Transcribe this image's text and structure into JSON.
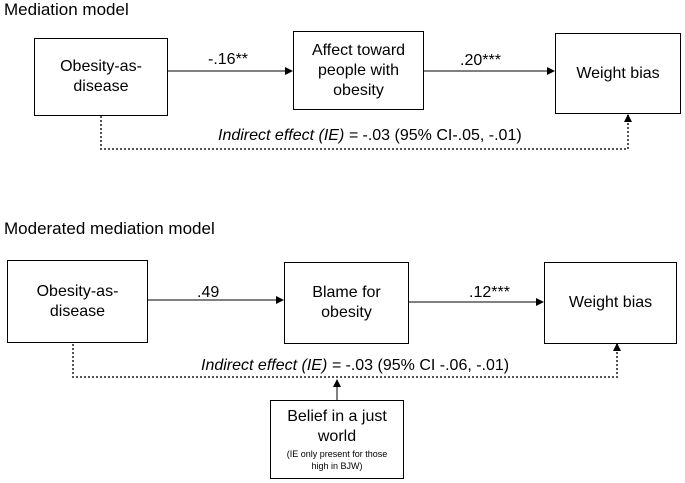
{
  "mediation": {
    "title": "Mediation model",
    "predictor": "Obesity-as-\ndisease",
    "mediator": "Affect toward\npeople with\nobesity",
    "outcome": "Weight bias",
    "path_a": "-.16**",
    "path_b": ".20***",
    "ie_label": "Indirect effect (IE) =",
    "ie_value": " -.03 (95% CI-.05, -.01)"
  },
  "moderated": {
    "title": "Moderated mediation model",
    "predictor": "Obesity-as-\ndisease",
    "mediator": "Blame for\nobesity",
    "outcome": "Weight bias",
    "path_a": ".49",
    "path_b": ".12***",
    "ie_label": "Indirect effect (IE) =",
    "ie_value": " -.03 (95% CI -.06, -.01)",
    "moderator": "Belief in a just\nworld",
    "moderator_note": "(IE only present for those\nhigh in BJW)"
  }
}
